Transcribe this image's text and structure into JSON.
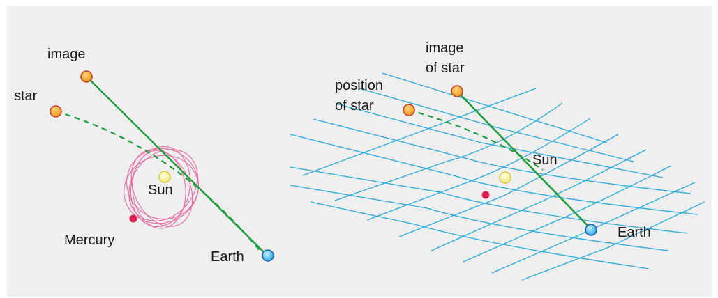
{
  "left_panel": {
    "image_label": "image",
    "star_label": "star",
    "sun_label": "Sun",
    "mercury_label": "Mercury",
    "earth_label": "Earth"
  },
  "right_panel": {
    "image_label_line1": "image",
    "image_label_line2": "of star",
    "position_label_line1": "position",
    "position_label_line2": "of star",
    "sun_label": "Sun",
    "earth_label": "Earth"
  },
  "colors": {
    "background": "#efefef",
    "star_fill": "#f5a623",
    "star_stroke": "#c0392b",
    "sun_fill": "#f7f29a",
    "sun_stroke": "#d8c840",
    "earth_fill": "#37b6f0",
    "earth_stroke": "#1a5fa8",
    "mercury": "#e01e4f",
    "light_path": "#1e9d3c",
    "orbit": "#e86aa0",
    "grid": "#29a9e0"
  }
}
